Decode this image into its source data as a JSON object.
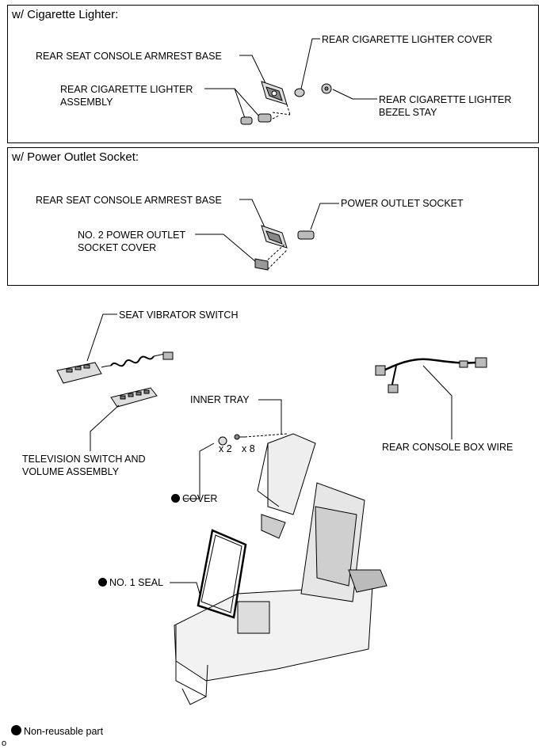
{
  "panels": {
    "cigarette": {
      "title": "w/ Cigarette Lighter:"
    },
    "power": {
      "title": "w/ Power Outlet Socket:"
    }
  },
  "labels": {
    "cig_armrest_base": "REAR SEAT CONSOLE ARMREST BASE",
    "cig_lighter_cover": "REAR CIGARETTE LIGHTER COVER",
    "cig_lighter_assembly": "REAR CIGARETTE LIGHTER\nASSEMBLY",
    "cig_bezel_stay": "REAR CIGARETTE LIGHTER\nBEZEL STAY",
    "pwr_armrest_base": "REAR SEAT CONSOLE ARMREST BASE",
    "pwr_outlet_socket": "POWER OUTLET SOCKET",
    "pwr_socket_cover": "NO. 2 POWER OUTLET\nSOCKET COVER",
    "seat_vibrator_switch": "SEAT VIBRATOR SWITCH",
    "tv_switch": "TELEVISION SWITCH AND\nVOLUME ASSEMBLY",
    "inner_tray": "INNER TRAY",
    "qty_cover": "x 2",
    "qty_screw": "x 8",
    "cover": "COVER",
    "no1_seal": "NO. 1 SEAL",
    "rear_console_box_wire": "REAR CONSOLE BOX WIRE"
  },
  "legend": {
    "non_reusable": "Non-reusable part"
  },
  "corner_mark": "o"
}
